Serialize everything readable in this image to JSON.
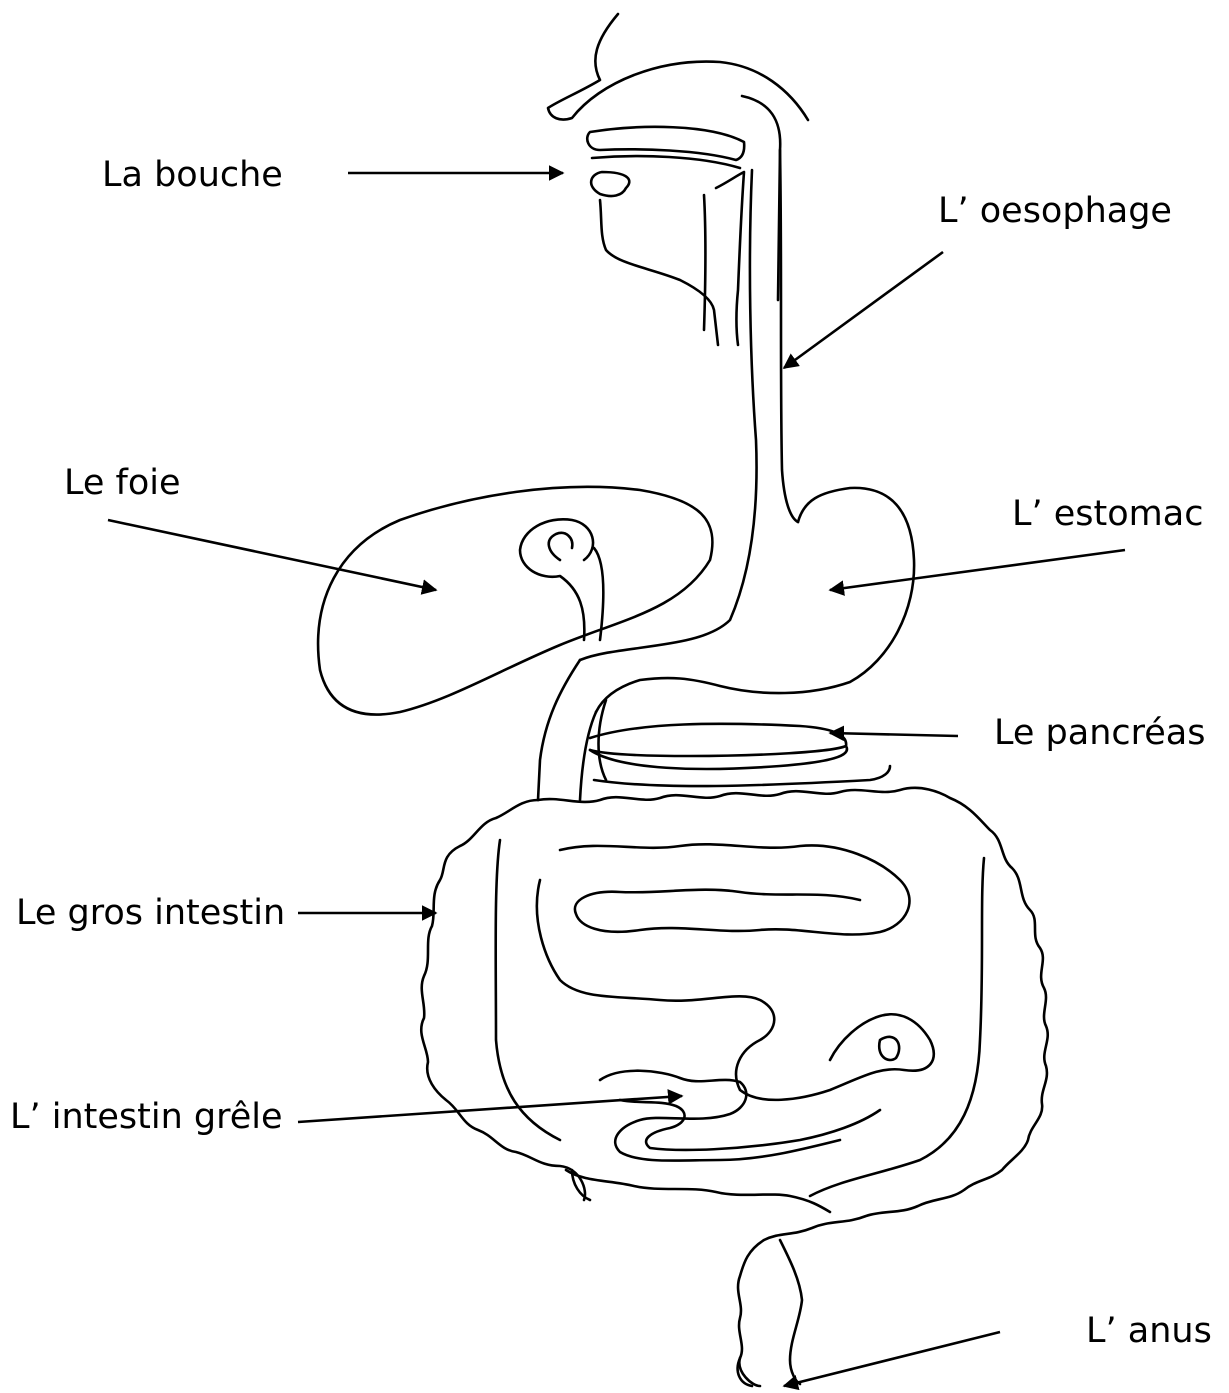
{
  "labels": {
    "mouth": "La bouche",
    "esophagus": "L’ oesophage",
    "liver": "Le foie",
    "stomach": "L’ estomac",
    "pancreas": "Le pancréas",
    "large_intestine": "Le gros intestin",
    "small_intestine": "L’ intestin grêle",
    "anus": "L’ anus"
  },
  "colors": {
    "line": "#000000",
    "background": "#ffffff"
  }
}
